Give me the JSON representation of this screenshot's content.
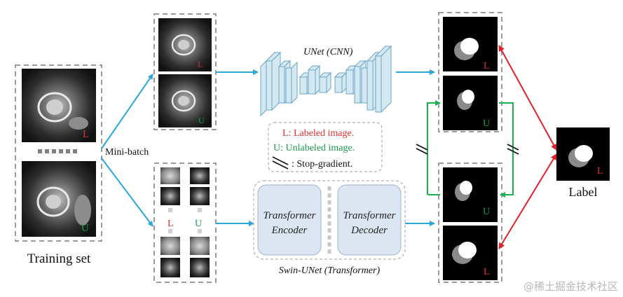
{
  "training": {
    "caption": "Training set",
    "marker_labeled": "L",
    "marker_unlabeled": "U"
  },
  "minibatch": {
    "label": "Mini-batch",
    "marker_labeled": "L",
    "marker_unlabeled": "U"
  },
  "unet": {
    "title": "UNet (CNN)"
  },
  "legend": {
    "labeled": "L: Labeled image.",
    "unlabeled": "U: Unlabeled image.",
    "stop_gradient": ": Stop-gradient."
  },
  "swin": {
    "encoder_line1": "Transformer",
    "encoder_line2": "Encoder",
    "decoder_line1": "Transformer",
    "decoder_line2": "Decoder",
    "caption": "Swin-UNet (Transformer)"
  },
  "outputs": {
    "labels": [
      "L",
      "U",
      "U",
      "L"
    ]
  },
  "label_panel": {
    "marker": "L",
    "caption": "Label"
  },
  "watermark": "@稀土掘金技术社区",
  "colors": {
    "labeled": "#e03030",
    "unlabeled": "#1a9e4a",
    "flow_arrow": "#2aa7dc",
    "green_arrow": "#1bb04f",
    "red_arrow": "#e0202a",
    "cnn_block": "#d4e8f2",
    "transformer_block": "#dbe6f2"
  }
}
